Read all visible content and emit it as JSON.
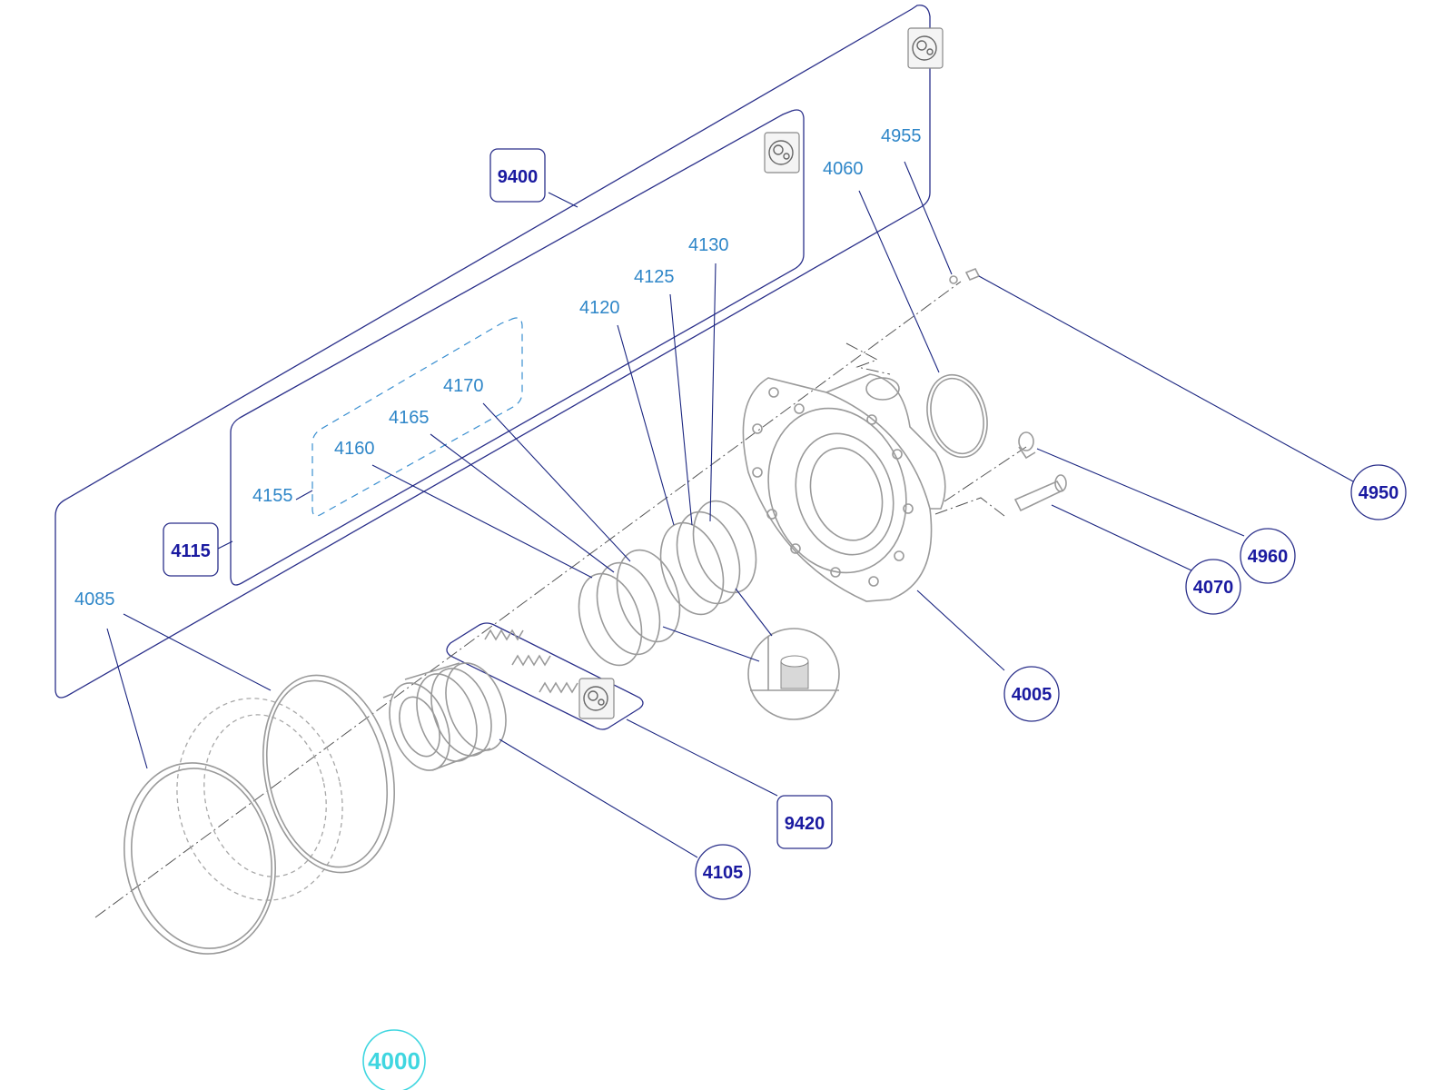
{
  "diagram": {
    "assembly_id": "4000",
    "callouts": [
      {
        "id": "9400",
        "shape": "box"
      },
      {
        "id": "4115",
        "shape": "box"
      },
      {
        "id": "9420",
        "shape": "box"
      },
      {
        "id": "4950",
        "shape": "circle"
      },
      {
        "id": "4960",
        "shape": "circle"
      },
      {
        "id": "4070",
        "shape": "circle"
      },
      {
        "id": "4005",
        "shape": "circle"
      },
      {
        "id": "4105",
        "shape": "circle"
      }
    ],
    "labels": [
      "4955",
      "4060",
      "4130",
      "4125",
      "4120",
      "4170",
      "4165",
      "4160",
      "4155",
      "4085"
    ],
    "kit_icon": "seal-kit-icon",
    "colors": {
      "callout": "#1a1aa0",
      "label": "#2e86c8",
      "highlight": "#3fd6e0",
      "leader": "#1a2580",
      "part_line": "#9a9a9a"
    }
  }
}
